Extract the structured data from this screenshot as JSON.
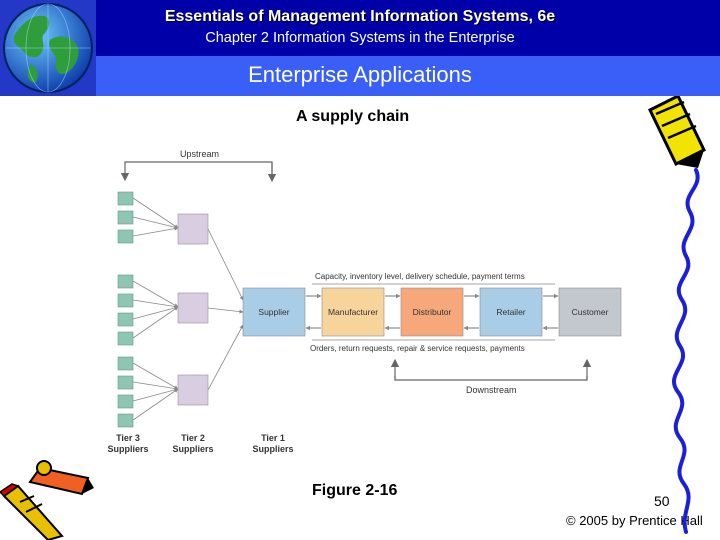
{
  "header": {
    "title": "Essentials of Management Information Systems, 6e",
    "subtitle": "Chapter 2 Information Systems in the Enterprise"
  },
  "slide": {
    "title": "Enterprise Applications",
    "caption": "A supply chain",
    "figure_label": "Figure 2-16",
    "page_number": "50",
    "copyright": "© 2005 by Prentice Hall"
  },
  "diagram": {
    "upstream_label": "Upstream",
    "downstream_label": "Downstream",
    "info_flow_label": "Capacity, inventory level, delivery schedule, payment terms",
    "return_flow_label": "Orders, return requests, repair & service requests, payments",
    "nodes": [
      "Supplier",
      "Manufacturer",
      "Distributor",
      "Retailer",
      "Customer"
    ],
    "tiers": [
      {
        "line1": "Tier 3",
        "line2": "Suppliers"
      },
      {
        "line1": "Tier 2",
        "line2": "Suppliers"
      },
      {
        "line1": "Tier 1",
        "line2": "Suppliers"
      }
    ],
    "colors": {
      "tier3": "#8ec6b4",
      "tier2": "#d9cde2",
      "supplier": "#a9cde6",
      "manufacturer": "#f7d49c",
      "distributor": "#f6a87a",
      "retailer": "#a9cde6",
      "customer": "#c3c7ce"
    }
  }
}
